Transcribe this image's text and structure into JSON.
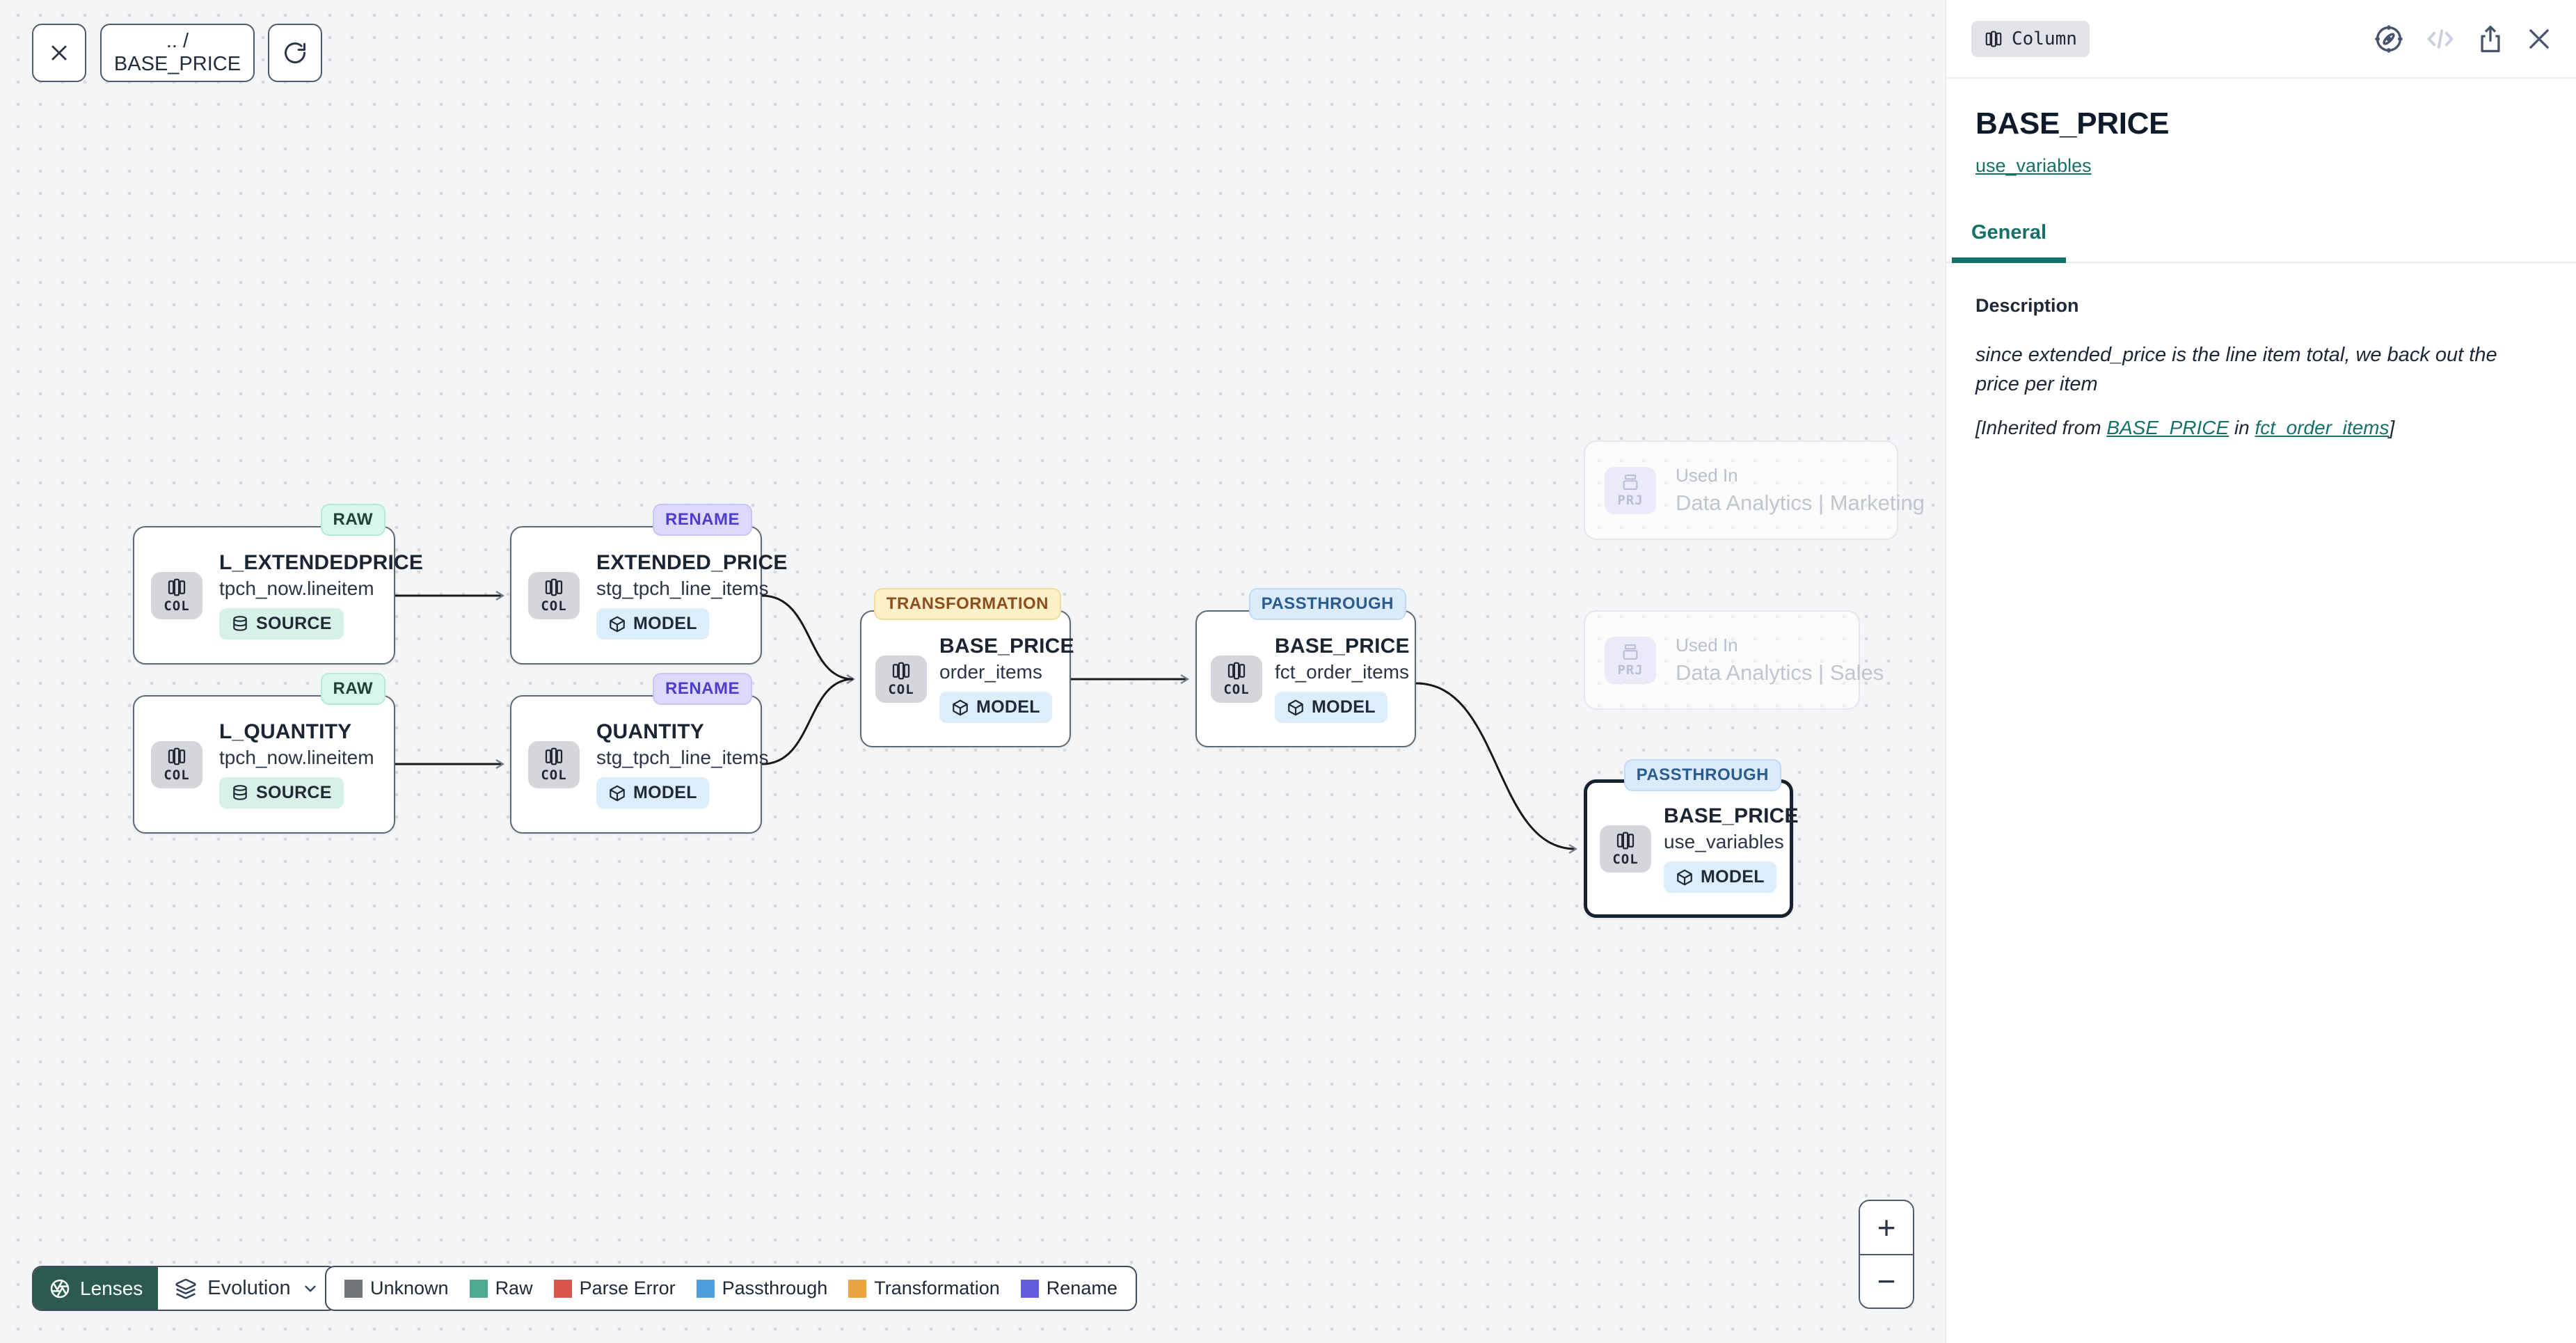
{
  "toolbar": {
    "breadcrumb": ".. / BASE_PRICE"
  },
  "nodes": [
    {
      "badge": "RAW",
      "kind": "COL",
      "title": "L_EXTENDEDPRICE",
      "subtitle": "tpch_now.lineitem",
      "chip": "SOURCE"
    },
    {
      "badge": "RENAME",
      "kind": "COL",
      "title": "EXTENDED_PRICE",
      "subtitle": "stg_tpch_line_items",
      "chip": "MODEL"
    },
    {
      "badge": "RAW",
      "kind": "COL",
      "title": "L_QUANTITY",
      "subtitle": "tpch_now.lineitem",
      "chip": "SOURCE"
    },
    {
      "badge": "RENAME",
      "kind": "COL",
      "title": "QUANTITY",
      "subtitle": "stg_tpch_line_items",
      "chip": "MODEL"
    },
    {
      "badge": "TRANSFORMATION",
      "kind": "COL",
      "title": "BASE_PRICE",
      "subtitle": "order_items",
      "chip": "MODEL"
    },
    {
      "badge": "PASSTHROUGH",
      "kind": "COL",
      "title": "BASE_PRICE",
      "subtitle": "fct_order_items",
      "chip": "MODEL"
    },
    {
      "badge": "PASSTHROUGH",
      "kind": "COL",
      "title": "BASE_PRICE",
      "subtitle": "use_variables",
      "chip": "MODEL"
    }
  ],
  "ghosts": [
    {
      "kind": "PRJ",
      "kicker": "Used In",
      "title": "Data Analytics | Marketing"
    },
    {
      "kind": "PRJ",
      "kicker": "Used In",
      "title": "Data Analytics | Sales"
    }
  ],
  "footer": {
    "lenses_label": "Lenses",
    "lens_selected": "Evolution",
    "legend": [
      {
        "label": "Unknown",
        "color": "#71757a"
      },
      {
        "label": "Raw",
        "color": "#4cab8f"
      },
      {
        "label": "Parse Error",
        "color": "#d9544a"
      },
      {
        "label": "Passthrough",
        "color": "#4c9edd"
      },
      {
        "label": "Transformation",
        "color": "#e8a33c"
      },
      {
        "label": "Rename",
        "color": "#625bda"
      }
    ]
  },
  "zoom_controls": {
    "zoom_in": "+",
    "zoom_out": "−"
  },
  "panel": {
    "type_badge": "Column",
    "title": "BASE_PRICE",
    "model_link": "use_variables",
    "tabs": [
      {
        "label": "General",
        "active": true
      }
    ],
    "description_heading": "Description",
    "description_body": "since extended_price is the line item total, we back out the price per item",
    "inherited": {
      "prefix": "[Inherited from ",
      "link_column": "BASE_PRICE",
      "middle": " in ",
      "link_model": "fct_order_items",
      "suffix": "]"
    }
  },
  "theme": {
    "accent": "#14716a",
    "badge_raw_bg": "#d9f6ea",
    "badge_rename_bg": "#ddd9fc",
    "badge_transformation_bg": "#fcf0c8",
    "badge_passthrough_bg": "#dcebfb"
  }
}
